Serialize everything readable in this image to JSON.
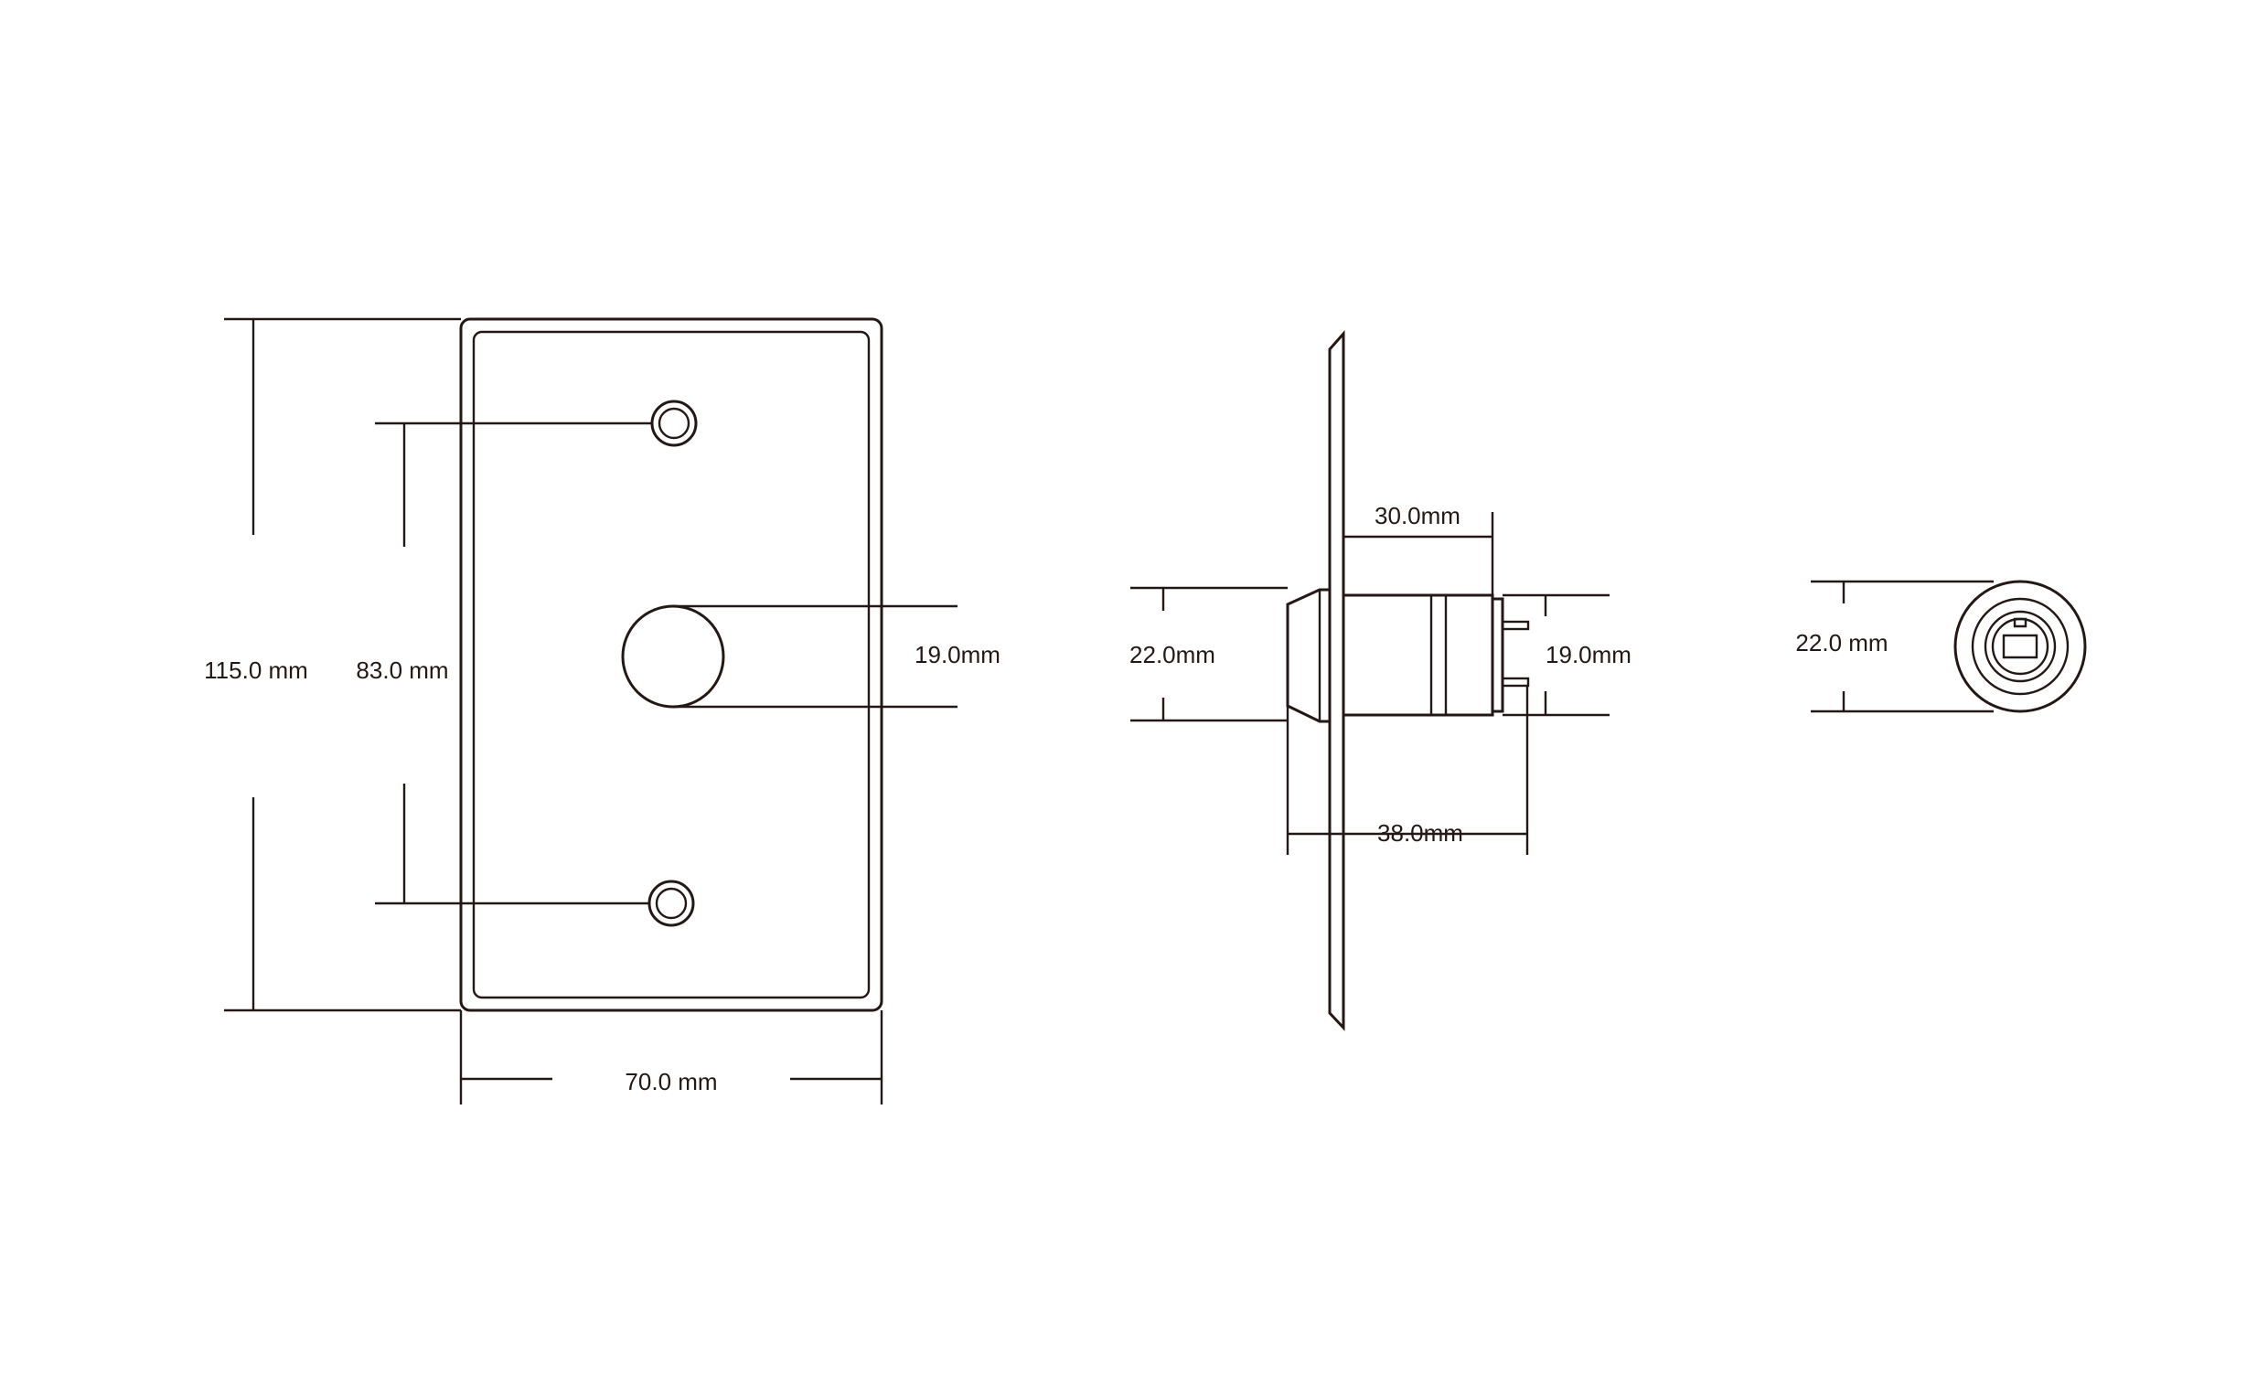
{
  "front_view": {
    "height_total": "115.0 mm",
    "hole_spacing": "83.0 mm",
    "button_diameter": "19.0mm",
    "width": "70.0 mm"
  },
  "side_view": {
    "depth_body": "30.0mm",
    "cap_height": "22.0mm",
    "body_height": "19.0mm",
    "depth_total": "38.0mm"
  },
  "key_view": {
    "diameter": "22.0 mm"
  }
}
